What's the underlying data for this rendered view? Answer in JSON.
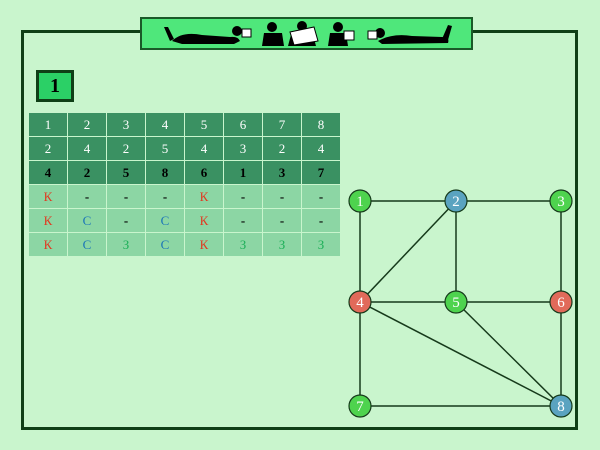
{
  "slide_number": "1",
  "table": {
    "rows": [
      {
        "style": "dark",
        "cells": [
          "1",
          "2",
          "3",
          "4",
          "5",
          "6",
          "7",
          "8"
        ]
      },
      {
        "style": "dark",
        "cells": [
          "2",
          "4",
          "2",
          "5",
          "4",
          "3",
          "2",
          "4"
        ]
      },
      {
        "style": "dark3",
        "cells": [
          "4",
          "2",
          "5",
          "8",
          "6",
          "1",
          "3",
          "7"
        ]
      },
      {
        "style": "light",
        "cells": [
          "К",
          "-",
          "-",
          "-",
          "К",
          "-",
          "-",
          "-"
        ]
      },
      {
        "style": "light",
        "cells": [
          "К",
          "С",
          "-",
          "С",
          "К",
          "-",
          "-",
          "-"
        ]
      },
      {
        "style": "light",
        "cells": [
          "К",
          "С",
          "З",
          "С",
          "К",
          "З",
          "З",
          "З"
        ]
      }
    ]
  },
  "graph": {
    "colors": {
      "green": "#4ed34e",
      "blue": "#5aa3c0",
      "red": "#e16a5a",
      "edge": "#163a1b"
    },
    "nodes": [
      {
        "id": "1",
        "label": "1",
        "color": "green"
      },
      {
        "id": "2",
        "label": "2",
        "color": "blue"
      },
      {
        "id": "3",
        "label": "3",
        "color": "green"
      },
      {
        "id": "4",
        "label": "4",
        "color": "red"
      },
      {
        "id": "5",
        "label": "5",
        "color": "green"
      },
      {
        "id": "6",
        "label": "6",
        "color": "red"
      },
      {
        "id": "7",
        "label": "7",
        "color": "green"
      },
      {
        "id": "8",
        "label": "8",
        "color": "blue"
      }
    ],
    "edges": [
      [
        "1",
        "2"
      ],
      [
        "2",
        "3"
      ],
      [
        "1",
        "4"
      ],
      [
        "2",
        "4"
      ],
      [
        "2",
        "5"
      ],
      [
        "3",
        "6"
      ],
      [
        "4",
        "5"
      ],
      [
        "5",
        "6"
      ],
      [
        "4",
        "7"
      ],
      [
        "4",
        "8"
      ],
      [
        "5",
        "8"
      ],
      [
        "6",
        "8"
      ],
      [
        "7",
        "8"
      ]
    ]
  }
}
